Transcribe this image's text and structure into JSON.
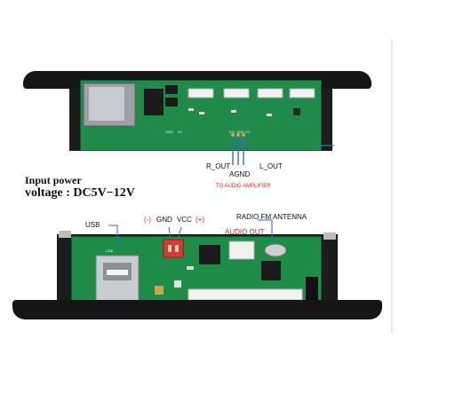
{
  "power": {
    "line1": "Input power",
    "line2": "voltage : DC5V−12V"
  },
  "top_board": {
    "pins": [
      "R_OUT",
      "AGND",
      "L_OUT"
    ],
    "caption": "TO AUDIO AMPLIFIER",
    "silk": [
      "GND",
      "5V",
      "RO",
      "GND",
      "LO"
    ]
  },
  "bottom_board": {
    "usb": "USB",
    "usb_silk": "USB",
    "gnd_sign": "(-)",
    "gnd": "GND",
    "vcc": "VCC",
    "vcc_sign": "(+)",
    "radio": "RADIO FM ANTENNA",
    "audio_out": "AUDIO OUT"
  },
  "colors": {
    "pcb": "#1f8a4a",
    "accent_red": "#d9261c",
    "bezel": "#151515"
  }
}
